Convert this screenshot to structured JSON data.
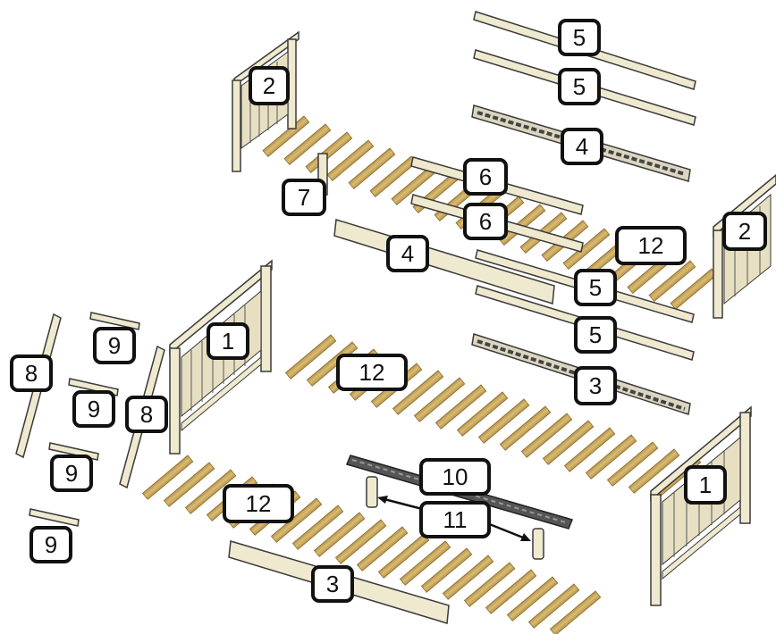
{
  "callouts": {
    "c5a": "5",
    "c5b": "5",
    "c4a": "4",
    "c2a": "2",
    "c6a": "6",
    "c6b": "6",
    "c7": "7",
    "c4b": "4",
    "c12a": "12",
    "c2b": "2",
    "c5c": "5",
    "c5d": "5",
    "c3a": "3",
    "c1a": "1",
    "c12b": "12",
    "c9a": "9",
    "c8a": "8",
    "c9b": "9",
    "c8b": "8",
    "c9c": "9",
    "c12c": "12",
    "c10": "10",
    "c11": "11",
    "c9d": "9",
    "c1b": "1",
    "c3b": "3"
  },
  "colors": {
    "wood_light": "#efe9cf",
    "slat": "#c9a85a",
    "outline": "#3a3a3a",
    "callout_border": "#111111"
  }
}
